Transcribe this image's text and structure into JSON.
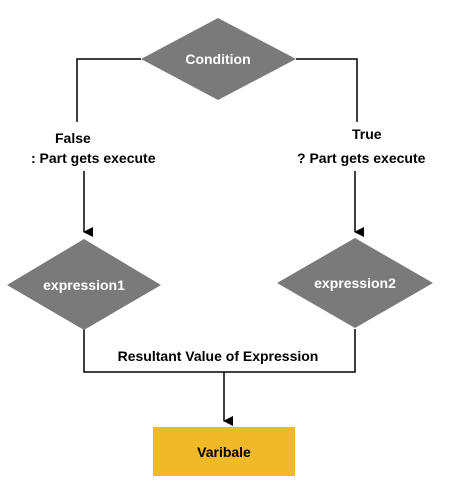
{
  "diagram": {
    "condition": {
      "label": "Condition"
    },
    "false_branch": {
      "line1": "False",
      "line2": ": Part  gets execute"
    },
    "true_branch": {
      "line1": "True",
      "line2": "? Part  gets execute"
    },
    "expression1": {
      "label": "expression1"
    },
    "expression2": {
      "label": "expression2"
    },
    "result_label": "Resultant Value of Expression",
    "variable": {
      "label": "Varibale"
    }
  },
  "colors": {
    "decision_fill": "#7a7a7a",
    "variable_fill": "#f0b92a",
    "line": "#000000",
    "shape_text": "#ffffff"
  }
}
